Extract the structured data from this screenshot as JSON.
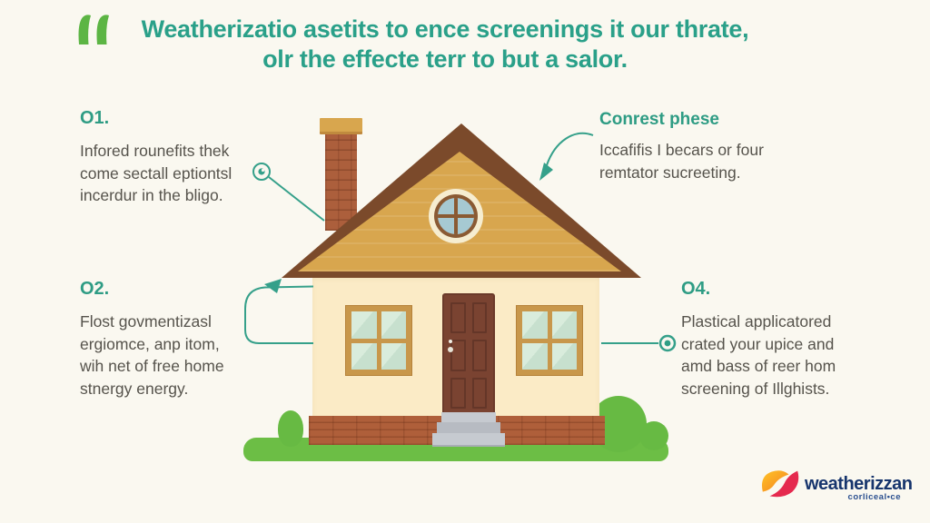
{
  "header": {
    "quote_icon": "double-quote-icon",
    "title_line1": "Weatherizatio asetits to ence screenings it our thrate,",
    "title_line2": "olr the effecte terr to but a salor."
  },
  "callouts": {
    "c01": {
      "number": "O1.",
      "lines": [
        "Infored rounefits thek",
        "come sectall eptiontsl",
        "incerdur in the bligo."
      ]
    },
    "roof": {
      "heading": "Conrest phese",
      "lines": [
        "Iccafifis I becars or four",
        "remtator sucreeting."
      ]
    },
    "c02": {
      "number": "O2.",
      "lines": [
        "Flost govmentizasl",
        "ergiomce, anp itom,",
        "wih net of free home",
        "stnergy energy."
      ]
    },
    "c04": {
      "number": "O4.",
      "lines": [
        "Plastical applicatored",
        "crated your upice and",
        "amd bass of reer hom",
        "screening of Illghists."
      ]
    }
  },
  "logo": {
    "brand": "weatherizzan",
    "tagline": "corliceal•ce"
  },
  "colors": {
    "background": "#FAF8F0",
    "title_teal": "#2AA089",
    "heading_teal": "#2E9C84",
    "body_text": "#56534C",
    "quote_green": "#5CB544",
    "grass_green": "#6CBE45",
    "connector_teal": "#35A08A",
    "roof_brown": "#7B4A2B",
    "gable_tan": "#D8A64E",
    "wall_cream": "#FBEBC6",
    "brick_red": "#AF5F3A",
    "door_brown": "#7A4331",
    "window_glass": "#C7E0CE",
    "round_window_glass": "#A6C9D2",
    "steps_gray": "#C6CAD0",
    "logo_navy": "#17356D",
    "logo_red": "#E5294E",
    "logo_yellow": "#FFC427",
    "logo_orange": "#F4801F"
  }
}
